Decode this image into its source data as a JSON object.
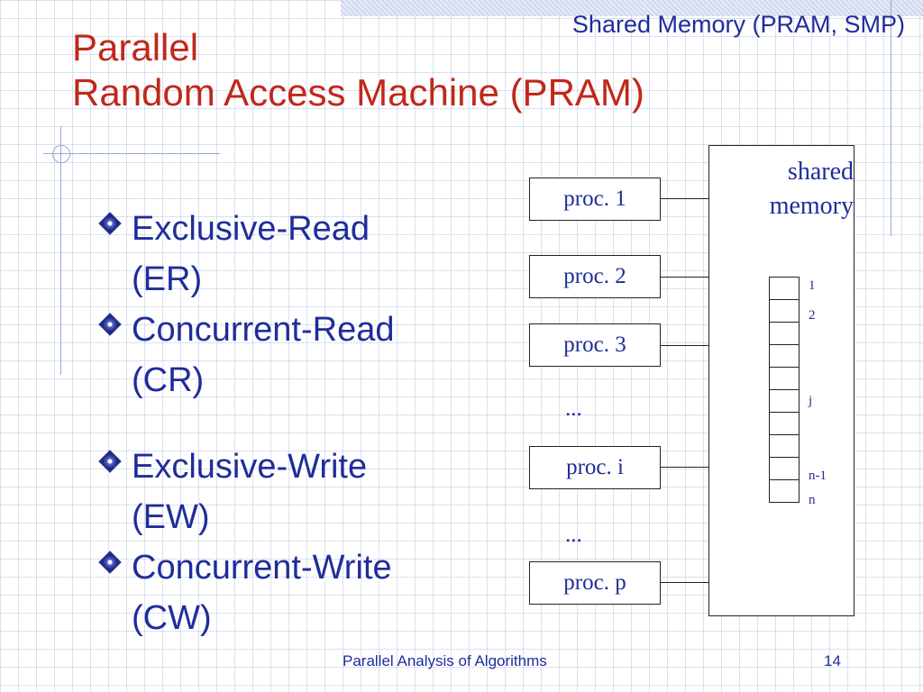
{
  "header": {
    "subtitle": "Shared Memory (PRAM, SMP)",
    "title_lines": [
      "Parallel",
      "Random Access Machine (PRAM)"
    ]
  },
  "bullets": [
    {
      "line1": "Exclusive-Read",
      "line2": "(ER)"
    },
    {
      "line1": "Concurrent-Read",
      "line2": "(CR)"
    },
    {
      "line1": "Exclusive-Write",
      "line2": "(EW)"
    },
    {
      "line1": "Concurrent-Write",
      "line2": "(CW)"
    }
  ],
  "diagram": {
    "shared_memory_label_lines": [
      "shared",
      "memory"
    ],
    "processors": [
      "proc. 1",
      "proc. 2",
      "proc. 3",
      "proc. i",
      "proc. p"
    ],
    "ellipsis": "...",
    "memory_cell_labels": [
      "1",
      "2",
      "j",
      "n-1",
      "n"
    ]
  },
  "footer": {
    "title": "Parallel Analysis of Algorithms",
    "page_number": "14"
  },
  "colors": {
    "title": "#c0281a",
    "text": "#1f2d9a",
    "grid": "#9aa9d6"
  }
}
